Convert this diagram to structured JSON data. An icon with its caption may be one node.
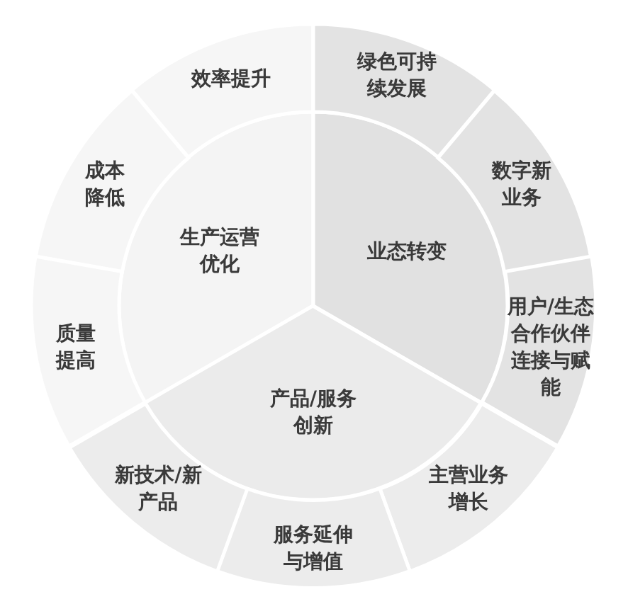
{
  "diagram": {
    "nodes": [
      {
        "text": [
          "生产运营优化"
        ]
      },
      {
        "text": [
          "业态转变"
        ]
      },
      {
        "text": [
          "产品/服务创新"
        ]
      },
      {
        "text": [
          "效率提升"
        ]
      },
      {
        "text": [
          "成本降低"
        ]
      },
      {
        "text": [
          "质量提高"
        ]
      },
      {
        "text": [
          "绿色可持续发展"
        ]
      },
      {
        "text": [
          "数字新业务"
        ]
      },
      {
        "text": [
          "用户/生态合作伙伴连接与赋能"
        ]
      },
      {
        "text": [
          "主营业务增长"
        ]
      },
      {
        "text": [
          "服务延伸与增值"
        ]
      },
      {
        "text": [
          "新技术/新产品"
        ]
      }
    ]
  }
}
